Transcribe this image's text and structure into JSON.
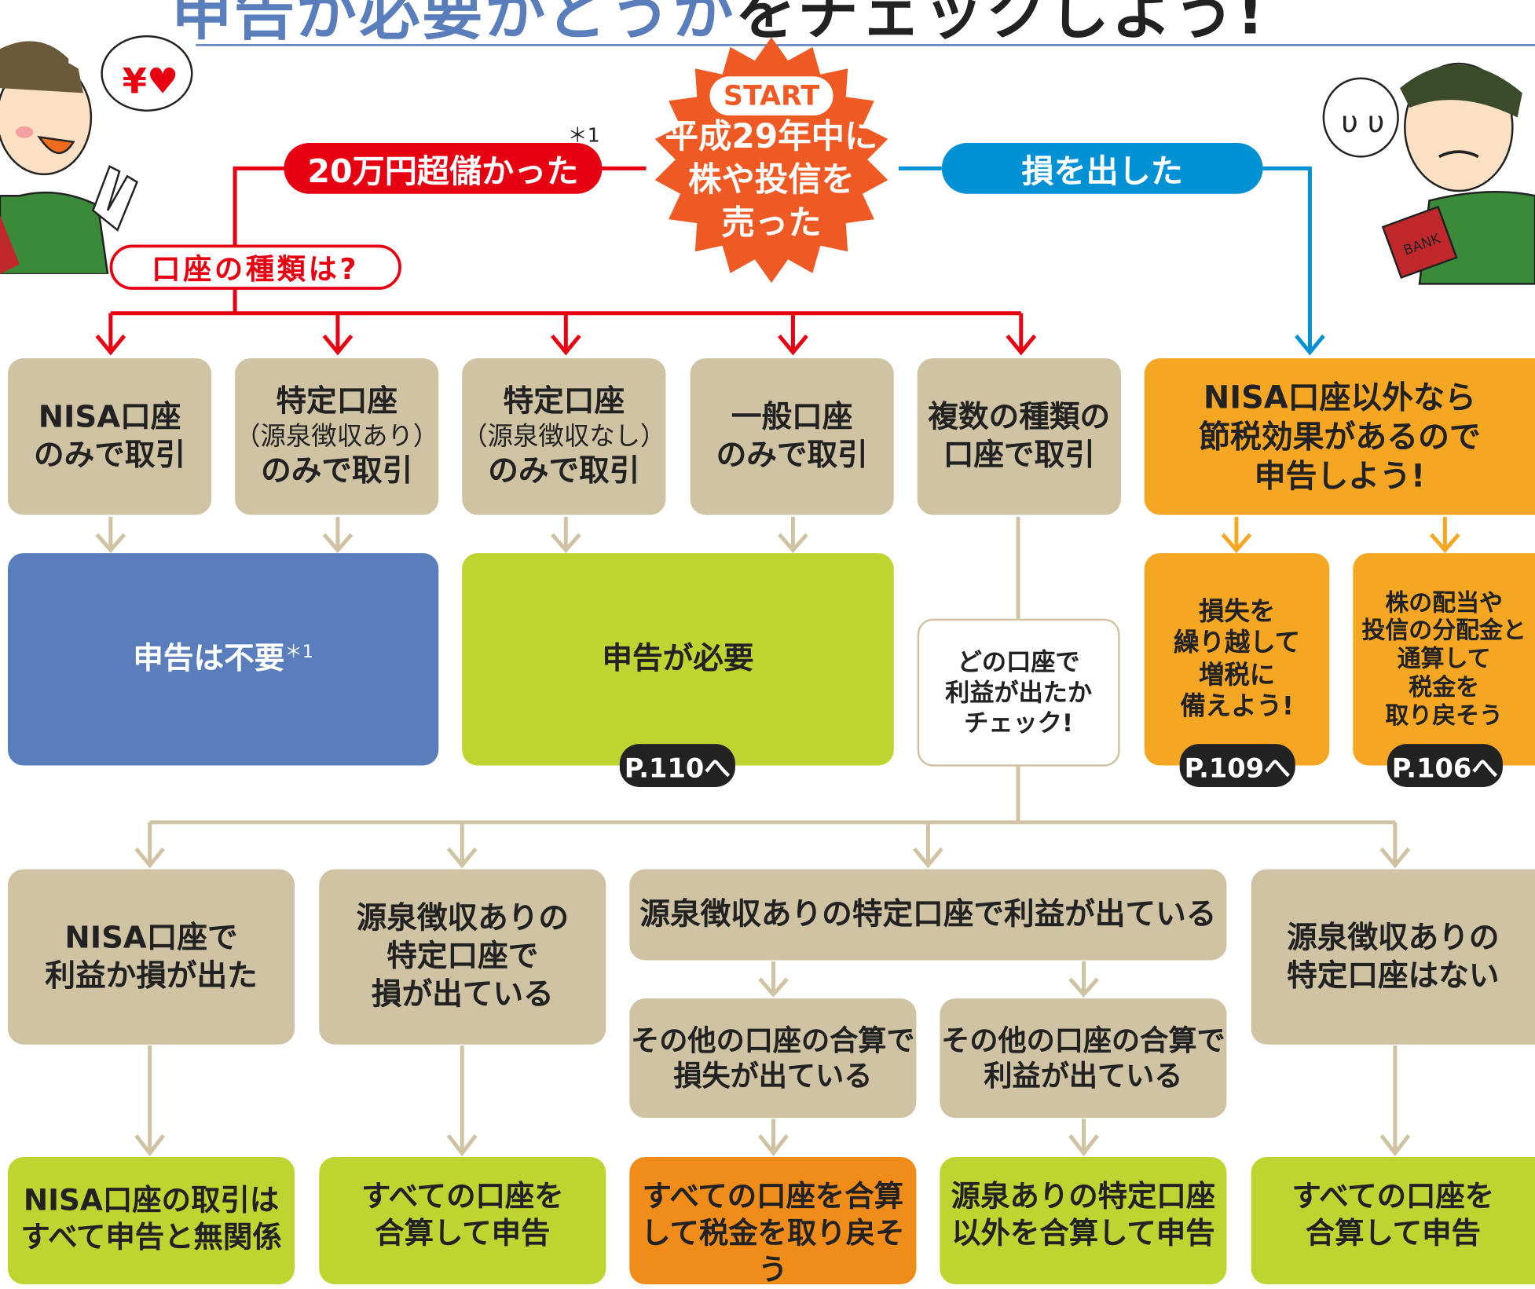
{
  "title": {
    "part1": "申告が必要かどうか",
    "part2": "をチェックしよう!"
  },
  "start": {
    "badge": "START",
    "line1": "平成29年中に",
    "line2": "株や投信を",
    "line3": "売った"
  },
  "branches": {
    "profit": "20万円超儲かった",
    "profit_note": "＊1",
    "loss": "損を出した",
    "question": "口座の種類は?"
  },
  "accounts": [
    {
      "l1": "NISA口座",
      "l2": "のみで取引"
    },
    {
      "l1": "特定口座",
      "sub": "（源泉徴収あり）",
      "l2": "のみで取引"
    },
    {
      "l1": "特定口座",
      "sub": "（源泉徴収なし）",
      "l2": "のみで取引"
    },
    {
      "l1": "一般口座",
      "l2": "のみで取引"
    },
    {
      "l1": "複数の種類の",
      "l2": "口座で取引"
    }
  ],
  "results": {
    "no_need": "申告は不要",
    "no_need_note": "＊1",
    "need": "申告が必要",
    "need_ref": "P.110へ",
    "check": {
      "l1": "どの口座で",
      "l2": "利益が出たか",
      "l3": "チェック!"
    }
  },
  "loss_path": {
    "main": {
      "l1": "NISA口座以外なら",
      "l2": "節税効果があるので",
      "l3": "申告しよう!"
    },
    "carry": {
      "l1": "損失を",
      "l2": "繰り越して",
      "l3": "増税に",
      "l4": "備えよう!",
      "ref": "P.109へ"
    },
    "offset": {
      "l1": "株の配当や",
      "l2": "投信の分配金と",
      "l3": "通算して",
      "l4": "税金を",
      "l5": "取り戻そう",
      "ref": "P.106へ"
    }
  },
  "multi": {
    "c1": {
      "l1": "NISA口座で",
      "l2": "利益か損が出た"
    },
    "c2": {
      "l1": "源泉徴収ありの",
      "l2": "特定口座で",
      "l3": "損が出ている"
    },
    "c3": "源泉徴収ありの特定口座で利益が出ている",
    "c3a": {
      "l1": "その他の口座の合算で",
      "l2": "損失が出ている"
    },
    "c3b": {
      "l1": "その他の口座の合算で",
      "l2": "利益が出ている"
    },
    "c4": {
      "l1": "源泉徴収ありの",
      "l2": "特定口座はない"
    }
  },
  "outcomes": {
    "o1": {
      "l1": "NISA口座の取引は",
      "l2": "すべて申告と無関係"
    },
    "o2": {
      "l1": "すべての口座を",
      "l2": "合算して申告"
    },
    "o3": {
      "l1": "すべての口座を合算",
      "l2": "して税金を取り戻そう"
    },
    "o4": {
      "l1": "源泉ありの特定口座",
      "l2": "以外を合算して申告"
    },
    "o5": {
      "l1": "すべての口座を",
      "l2": "合算して申告"
    }
  },
  "bank_label": "BANK",
  "colors": {
    "red": "#e60012",
    "blue": "#0091d5",
    "tan": "#cfc3a4",
    "orange": "#f5a623",
    "lime": "#bed531",
    "starburst": "#ef5a24"
  }
}
